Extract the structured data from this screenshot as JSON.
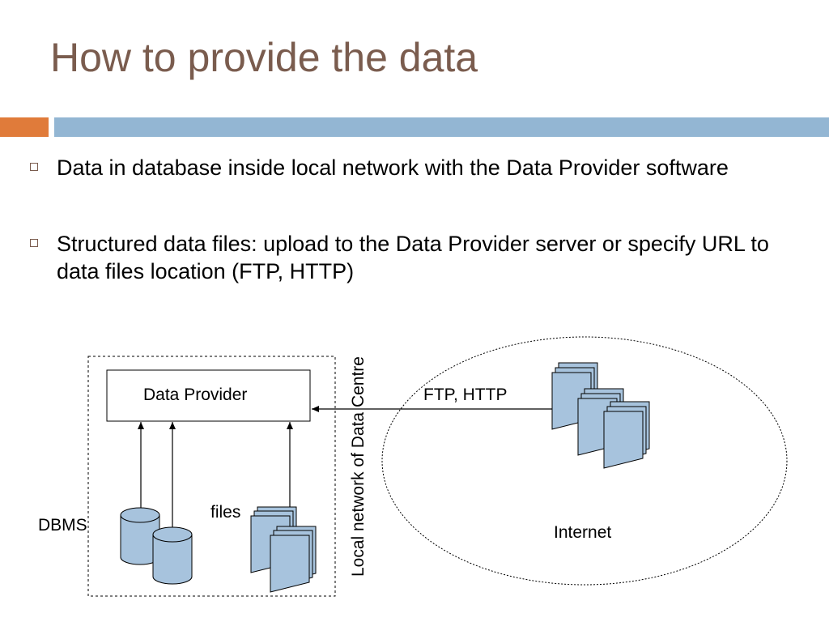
{
  "slide": {
    "title": "How to provide the data",
    "bullets": [
      "Data in database inside local network with the Data Provider software",
      "Structured data files: upload to the Data Provider server or specify URL to data files location (FTP, HTTP)"
    ]
  },
  "diagram": {
    "data_provider_label": "Data Provider",
    "ftp_label": "FTP, HTTP",
    "local_network_label": "Local network of Data Centre",
    "files_label": "files",
    "dbms_label": "DBMS",
    "internet_label": "Internet"
  },
  "colors": {
    "title": "#7a5c4e",
    "accent_orange": "#e07b3a",
    "accent_blue": "#93b6d3",
    "shape_fill": "#a7c3dd"
  }
}
